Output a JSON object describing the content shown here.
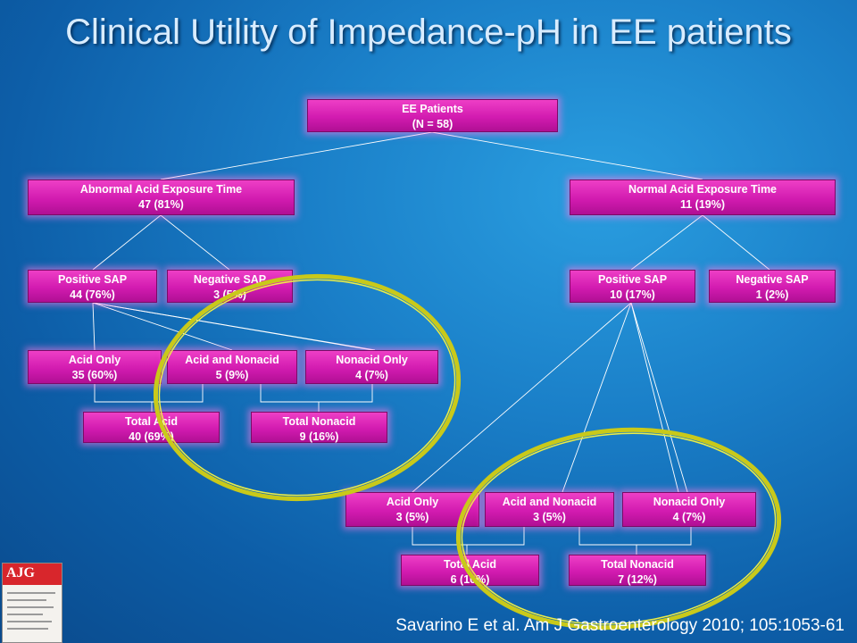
{
  "title": "Clinical Utility of Impedance-pH in EE patients",
  "nodes": {
    "root": {
      "line1": "EE Patients",
      "line2": "(N = 58)"
    },
    "abnormal": {
      "line1": "Abnormal Acid Exposure Time",
      "line2": "47 (81%)"
    },
    "normal": {
      "line1": "Normal Acid Exposure Time",
      "line2": "11 (19%)"
    },
    "ab_pos_sap": {
      "line1": "Positive SAP",
      "line2": "44 (76%)"
    },
    "ab_neg_sap": {
      "line1": "Negative SAP",
      "line2": "3 (5%)"
    },
    "no_pos_sap": {
      "line1": "Positive SAP",
      "line2": "10 (17%)"
    },
    "no_neg_sap": {
      "line1": "Negative SAP",
      "line2": "1 (2%)"
    },
    "ab_acid_only": {
      "line1": "Acid Only",
      "line2": "35 (60%)"
    },
    "ab_acid_nonacid": {
      "line1": "Acid and Nonacid",
      "line2": "5 (9%)"
    },
    "ab_nonacid_only": {
      "line1": "Nonacid Only",
      "line2": "4 (7%)"
    },
    "ab_total_acid": {
      "line1": "Total Acid",
      "line2": "40 (69%)"
    },
    "ab_total_nonacid": {
      "line1": "Total Nonacid",
      "line2": "9 (16%)"
    },
    "no_acid_only": {
      "line1": "Acid Only",
      "line2": "3 (5%)"
    },
    "no_acid_nonacid": {
      "line1": "Acid and Nonacid",
      "line2": "3 (5%)"
    },
    "no_nonacid_only": {
      "line1": "Nonacid Only",
      "line2": "4 (7%)"
    },
    "no_total_acid": {
      "line1": "Total Acid",
      "line2": "6 (10%)"
    },
    "no_total_nonacid": {
      "line1": "Total Nonacid",
      "line2": "7 (12%)"
    }
  },
  "citation": "Savarino E et al. Am J Gastroenterology 2010; 105:1053-61",
  "journal_logo": "AJG",
  "colors": {
    "node_fill": "#d21bb0",
    "highlight_ellipse": "#d8d820",
    "connector": "#ffffff"
  }
}
